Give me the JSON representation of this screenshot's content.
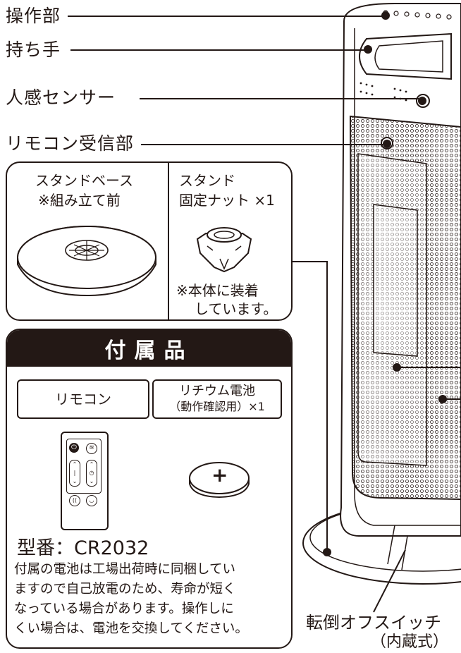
{
  "callouts": {
    "control_panel": "操作部",
    "handle": "持ち手",
    "motion_sensor": "人感センサー",
    "remote_receiver": "リモコン受信部",
    "tip_over_switch": "転倒オフスイッチ",
    "tip_over_switch_note": "（内蔵式）"
  },
  "parts_box": {
    "stand_base_title": "スタンドベース",
    "stand_base_note": "※組み立て前",
    "nut_title_line1": "スタンド",
    "nut_title_line2": "固定ナット ×1",
    "nut_note_line1": "※本体に装着",
    "nut_note_line2": "しています。"
  },
  "accessories": {
    "header": "付属品",
    "remote_label": "リモコン",
    "battery_label_line1": "リチウム電池",
    "battery_label_line2": "（動作確認用）×1",
    "battery_symbol": "+",
    "model_number": "型番：CR2032",
    "note_lines": [
      "付属の電池は工場出荷時に同梱してい",
      "ますので自己放電のため、寿命が短く",
      "なっている場合があります。操作しに",
      "くい場合は、電池を交換してください。"
    ]
  },
  "icons": [
    "power-icon",
    "swing-icon",
    "temp-up-icon",
    "temp-down-icon",
    "timer-up-icon",
    "timer-down-icon",
    "motion-icon",
    "eco-icon"
  ],
  "colors": {
    "ink": "#231815",
    "paper": "#ffffff"
  }
}
